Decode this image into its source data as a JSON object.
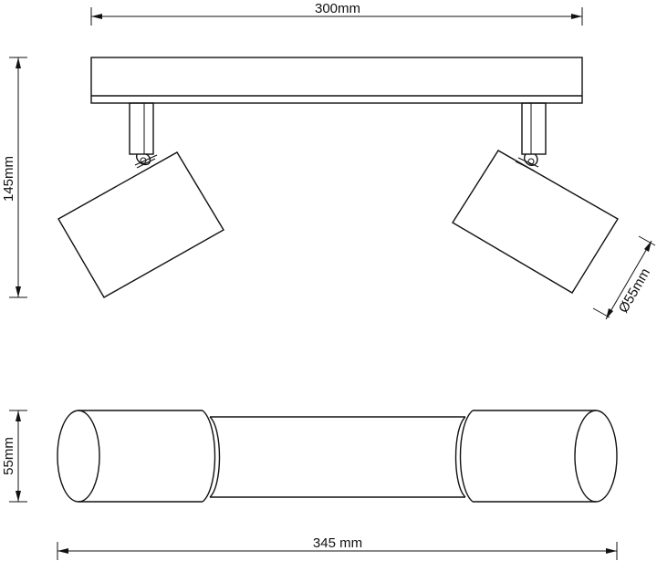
{
  "dimensions": {
    "top_width": "300mm",
    "height": "145mm",
    "diameter": "Ø55mm",
    "bottom_height": "55mm",
    "bottom_width": "345 mm"
  }
}
